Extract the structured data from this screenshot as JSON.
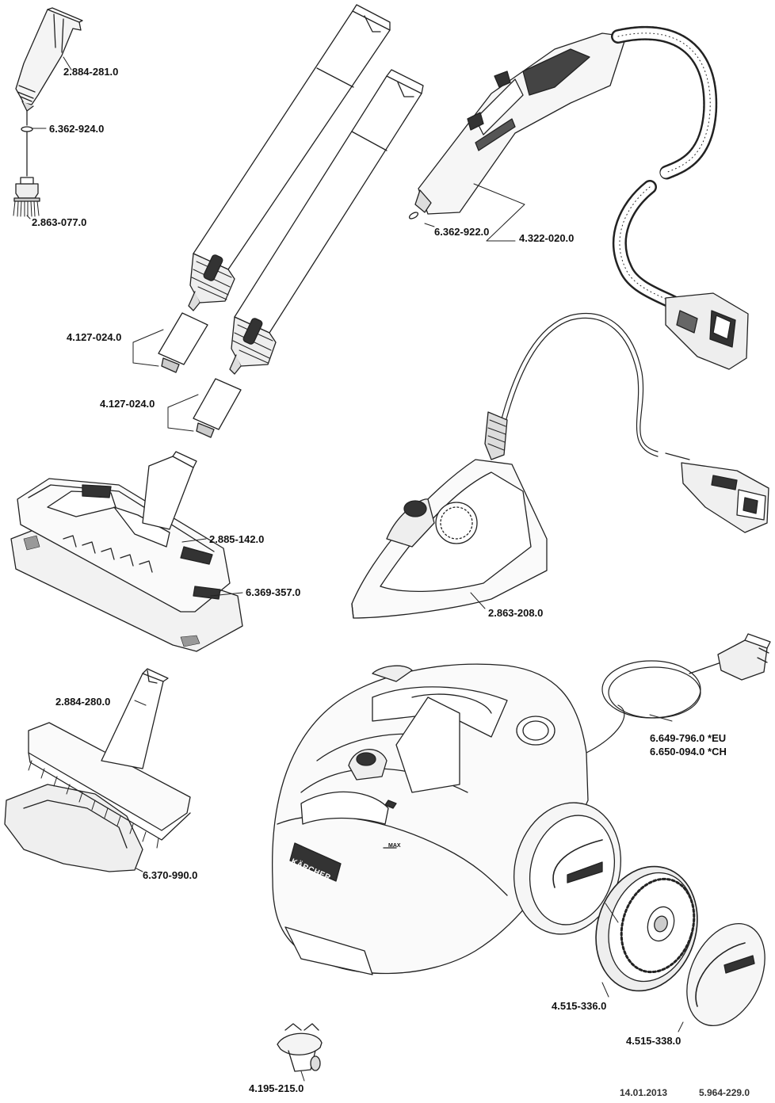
{
  "parts": {
    "p_2884281": "2.884-281.0",
    "p_6362924": "6.362-924.0",
    "p_2863077": "2.863-077.0",
    "p_4127024_a": "4.127-024.0",
    "p_4127024_b": "4.127-024.0",
    "p_2885142": "2.885-142.0",
    "p_6369357": "6.369-357.0",
    "p_2884280": "2.884-280.0",
    "p_6370990": "6.370-990.0",
    "p_6362922": "6.362-922.0",
    "p_4322020": "4.322-020.0",
    "p_2863208": "2.863-208.0",
    "p_6649796": "6.649-796.0 *EU",
    "p_6650094": "6.650-094.0 *CH",
    "p_4515336": "4.515-336.0",
    "p_4515338": "4.515-338.0",
    "p_4195215": "4.195-215.0"
  },
  "marks": {
    "max_label": "MAX",
    "brand": "KÄRCHER"
  },
  "footer": {
    "date": "14.01.2013",
    "doc_number": "5.964-229.0"
  }
}
